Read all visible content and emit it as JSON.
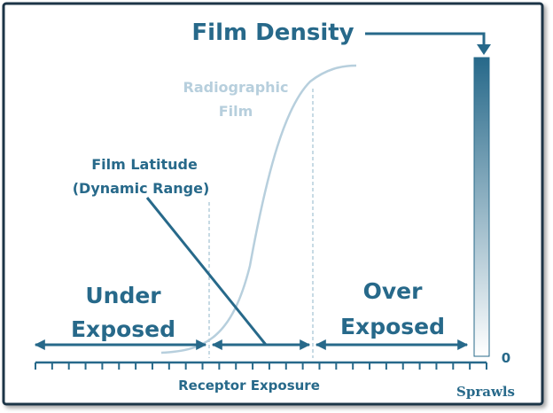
{
  "diagram": {
    "title": "Film Density",
    "curve_label": [
      "Radiographic",
      "Film"
    ],
    "latitude_label": [
      "Film Latitude",
      "(Dynamic Range)"
    ],
    "under_label": [
      "Under",
      "Exposed"
    ],
    "over_label": [
      "Over",
      "Exposed"
    ],
    "x_axis_label": "Receptor Exposure",
    "density_zero": "0",
    "credit": "Sprawls",
    "colors": {
      "primary": "#27698a",
      "curve": "#b7cfdd",
      "frame": "#1c3447",
      "guides": "#8fb4c8"
    }
  }
}
